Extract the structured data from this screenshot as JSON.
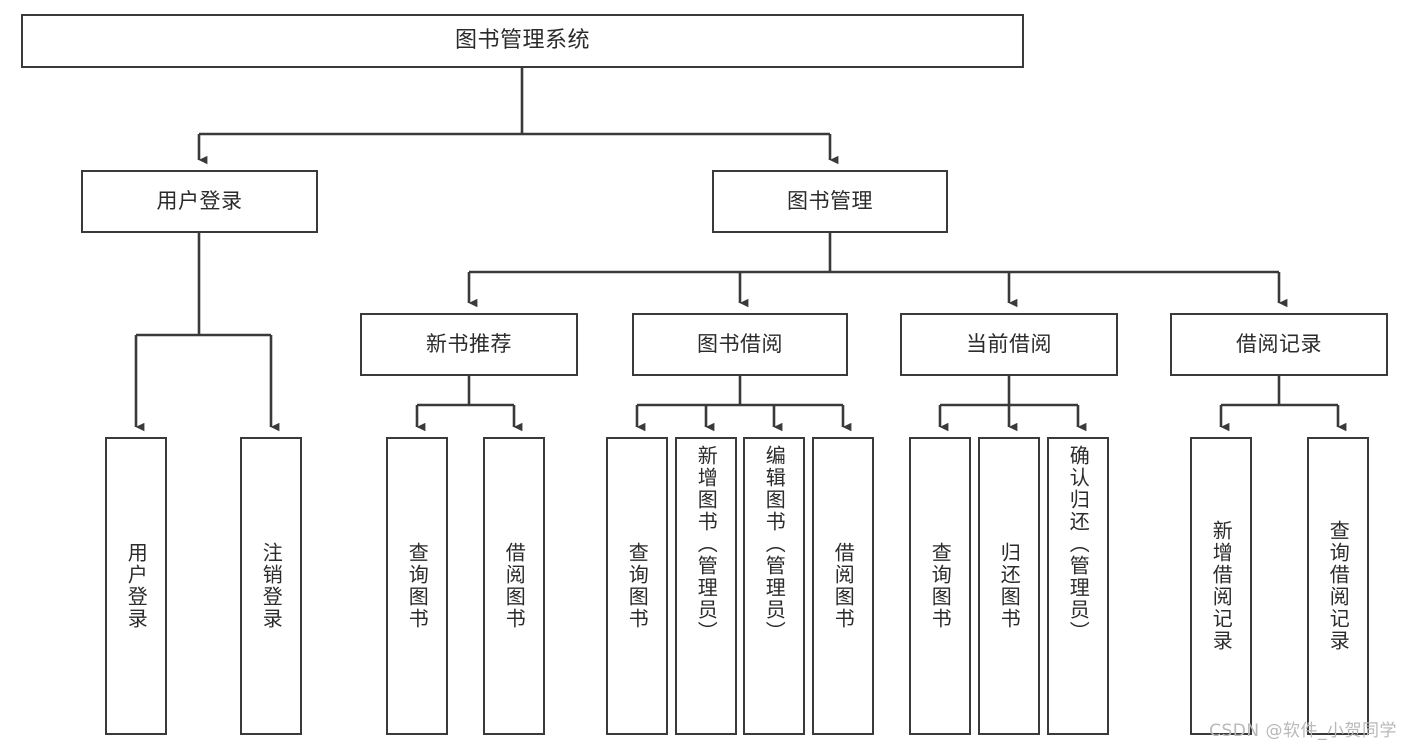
{
  "diagram": {
    "title": "图书管理系统",
    "type": "hierarchy-tree",
    "root": {
      "id": "root",
      "label": "图书管理系统",
      "orientation": "horizontal"
    },
    "level2": [
      {
        "id": "user-login",
        "label": "用户登录",
        "orientation": "horizontal"
      },
      {
        "id": "book-management",
        "label": "图书管理",
        "orientation": "horizontal"
      }
    ],
    "level3": [
      {
        "id": "new-book-recommend",
        "label": "新书推荐",
        "orientation": "horizontal",
        "parent": "book-management"
      },
      {
        "id": "book-borrow",
        "label": "图书借阅",
        "orientation": "horizontal",
        "parent": "book-management"
      },
      {
        "id": "current-borrow",
        "label": "当前借阅",
        "orientation": "horizontal",
        "parent": "book-management"
      },
      {
        "id": "borrow-record",
        "label": "借阅记录",
        "orientation": "horizontal",
        "parent": "book-management"
      }
    ],
    "leaves": [
      {
        "id": "leaf-user-login",
        "label": "用户登录",
        "parent": "user-login"
      },
      {
        "id": "leaf-logout-login",
        "label": "注销登录",
        "parent": "user-login"
      },
      {
        "id": "leaf-query-book-1",
        "label": "查询图书",
        "parent": "new-book-recommend"
      },
      {
        "id": "leaf-borrow-book-1",
        "label": "借阅图书",
        "parent": "new-book-recommend"
      },
      {
        "id": "leaf-query-book-2",
        "label": "查询图书",
        "parent": "book-borrow"
      },
      {
        "id": "leaf-add-book",
        "label": "新增图书（管理员）",
        "parent": "book-borrow"
      },
      {
        "id": "leaf-edit-book",
        "label": "编辑图书（管理员）",
        "parent": "book-borrow"
      },
      {
        "id": "leaf-borrow-book-2",
        "label": "借阅图书",
        "parent": "book-borrow"
      },
      {
        "id": "leaf-query-book-3",
        "label": "查询图书",
        "parent": "current-borrow"
      },
      {
        "id": "leaf-return-book",
        "label": "归还图书",
        "parent": "current-borrow"
      },
      {
        "id": "leaf-confirm-return",
        "label": "确认归还（管理员）",
        "parent": "current-borrow"
      },
      {
        "id": "leaf-add-record",
        "label": "新增借阅记录",
        "parent": "borrow-record"
      },
      {
        "id": "leaf-query-record",
        "label": "查询借阅记录",
        "parent": "borrow-record"
      }
    ],
    "colors": {
      "stroke": "#3a3a3a",
      "fill": "#ffffff",
      "text": "#2b2b2b",
      "watermark": "#b9b9b9"
    }
  },
  "watermark": {
    "text": "CSDN @软件_小贺同学"
  }
}
